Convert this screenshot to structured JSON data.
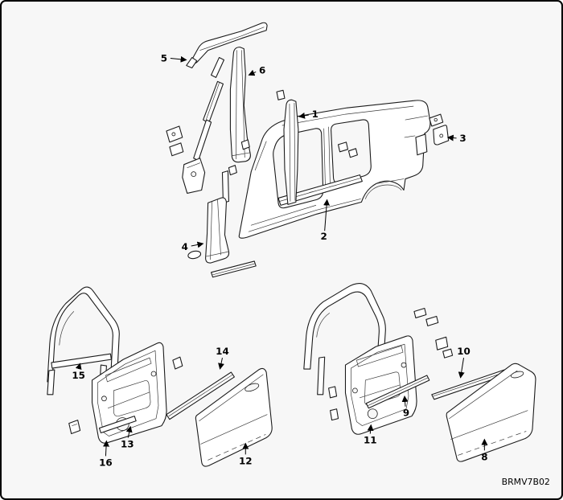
{
  "diagram": {
    "code": "BRMV7B02",
    "callouts": {
      "c1": {
        "label": "1"
      },
      "c2": {
        "label": "2"
      },
      "c3": {
        "label": "3"
      },
      "c4": {
        "label": "4"
      },
      "c5": {
        "label": "5"
      },
      "c6": {
        "label": "6"
      },
      "c8": {
        "label": "8"
      },
      "c9": {
        "label": "9"
      },
      "c10": {
        "label": "10"
      },
      "c11": {
        "label": "11"
      },
      "c12": {
        "label": "12"
      },
      "c13": {
        "label": "13"
      },
      "c14": {
        "label": "14"
      },
      "c15": {
        "label": "15"
      },
      "c16": {
        "label": "16"
      }
    }
  }
}
